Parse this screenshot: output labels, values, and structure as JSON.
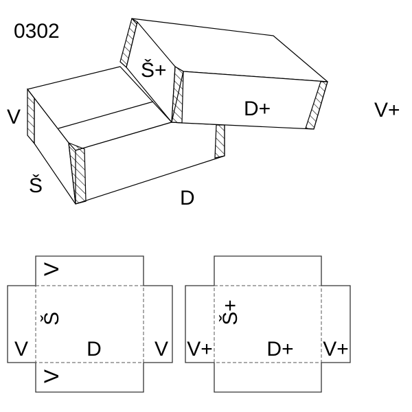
{
  "code": "0302",
  "iso_labels": {
    "v": "V",
    "s": "Š",
    "d": "D",
    "s_plus": "Š+",
    "d_plus": "D+",
    "v_plus": "V+"
  },
  "flat_base": {
    "top_flap": "V",
    "side": "Š",
    "left": "V",
    "center": "D",
    "right": "V",
    "bottom_flap": "V"
  },
  "flat_lid": {
    "side": "Š+",
    "left": "V+",
    "center": "D+",
    "right": "V+"
  }
}
